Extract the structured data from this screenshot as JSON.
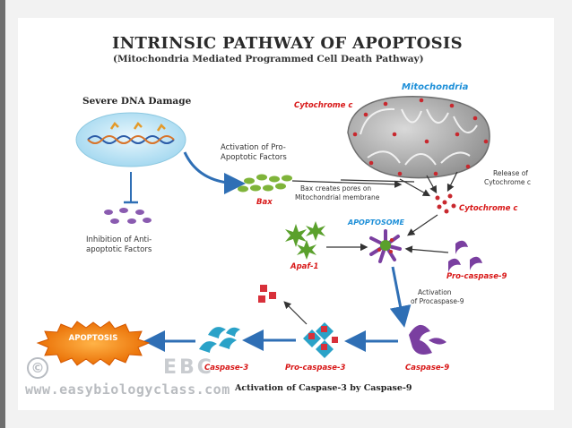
{
  "title": "INTRINSIC PATHWAY OF APOPTOSIS",
  "subtitle": "(Mitochondria Mediated Programmed Cell Death Pathway)",
  "labels": {
    "dna_damage": "Severe DNA Damage",
    "mitochondria": "Mitochondria",
    "cytochrome_top": "Cytochrome c",
    "activation_l1": "Activation of Pro-",
    "activation_l2": "Apoptotic Factors",
    "bax": "Bax",
    "bax_pores_l1": "Bax creates pores on",
    "bax_pores_l2": "Mitochondrial membrane",
    "release_l1": "Release of",
    "release_l2": "Cytochrome c",
    "cytochrome_right": "Cytochrome c",
    "apoptosome": "APOPTOSOME",
    "inhibition_l1": "Inhibition of Anti-",
    "inhibition_l2": "apoptotic Factors",
    "apaf1": "Apaf-1",
    "procaspase9": "Pro-caspase-9",
    "activation_procasp_l1": "Activation",
    "activation_procasp_l2": "of Procaspase-9",
    "apoptosis": "APOPTOSIS",
    "caspase3": "Caspase-3",
    "procaspase3": "Pro-caspase-3",
    "caspase9": "Caspase-9",
    "bottom_caption": "Activation of Caspase-3 by Caspase-9"
  },
  "watermark": {
    "url": "www.easybiologyclass.com",
    "brand": "EBC",
    "copyright": "©"
  },
  "colors": {
    "red_label": "#d81818",
    "blue_label": "#1d8fd8",
    "arrow_blue": "#2f6fb5",
    "dna_cell": "#bfe6f6",
    "mito_gray": "#a8a8a8",
    "bax_green": "#7fb43a",
    "caspase_purple": "#7a3fa0",
    "caspase_blue": "#2aa2c8",
    "procasp3_red": "#d8303a",
    "apoptosis_orange": "#f07a10"
  },
  "icons": [
    "dna-helix-icon",
    "mitochondria-icon",
    "bax-protein-icon",
    "apaf1-star-icon",
    "apoptosome-icon",
    "procaspase9-icon",
    "caspase9-icon",
    "procaspase3-icon",
    "caspase3-icon",
    "apoptosis-burst-icon",
    "inhibitor-symbol-icon",
    "anti-apoptotic-factors-icon"
  ]
}
